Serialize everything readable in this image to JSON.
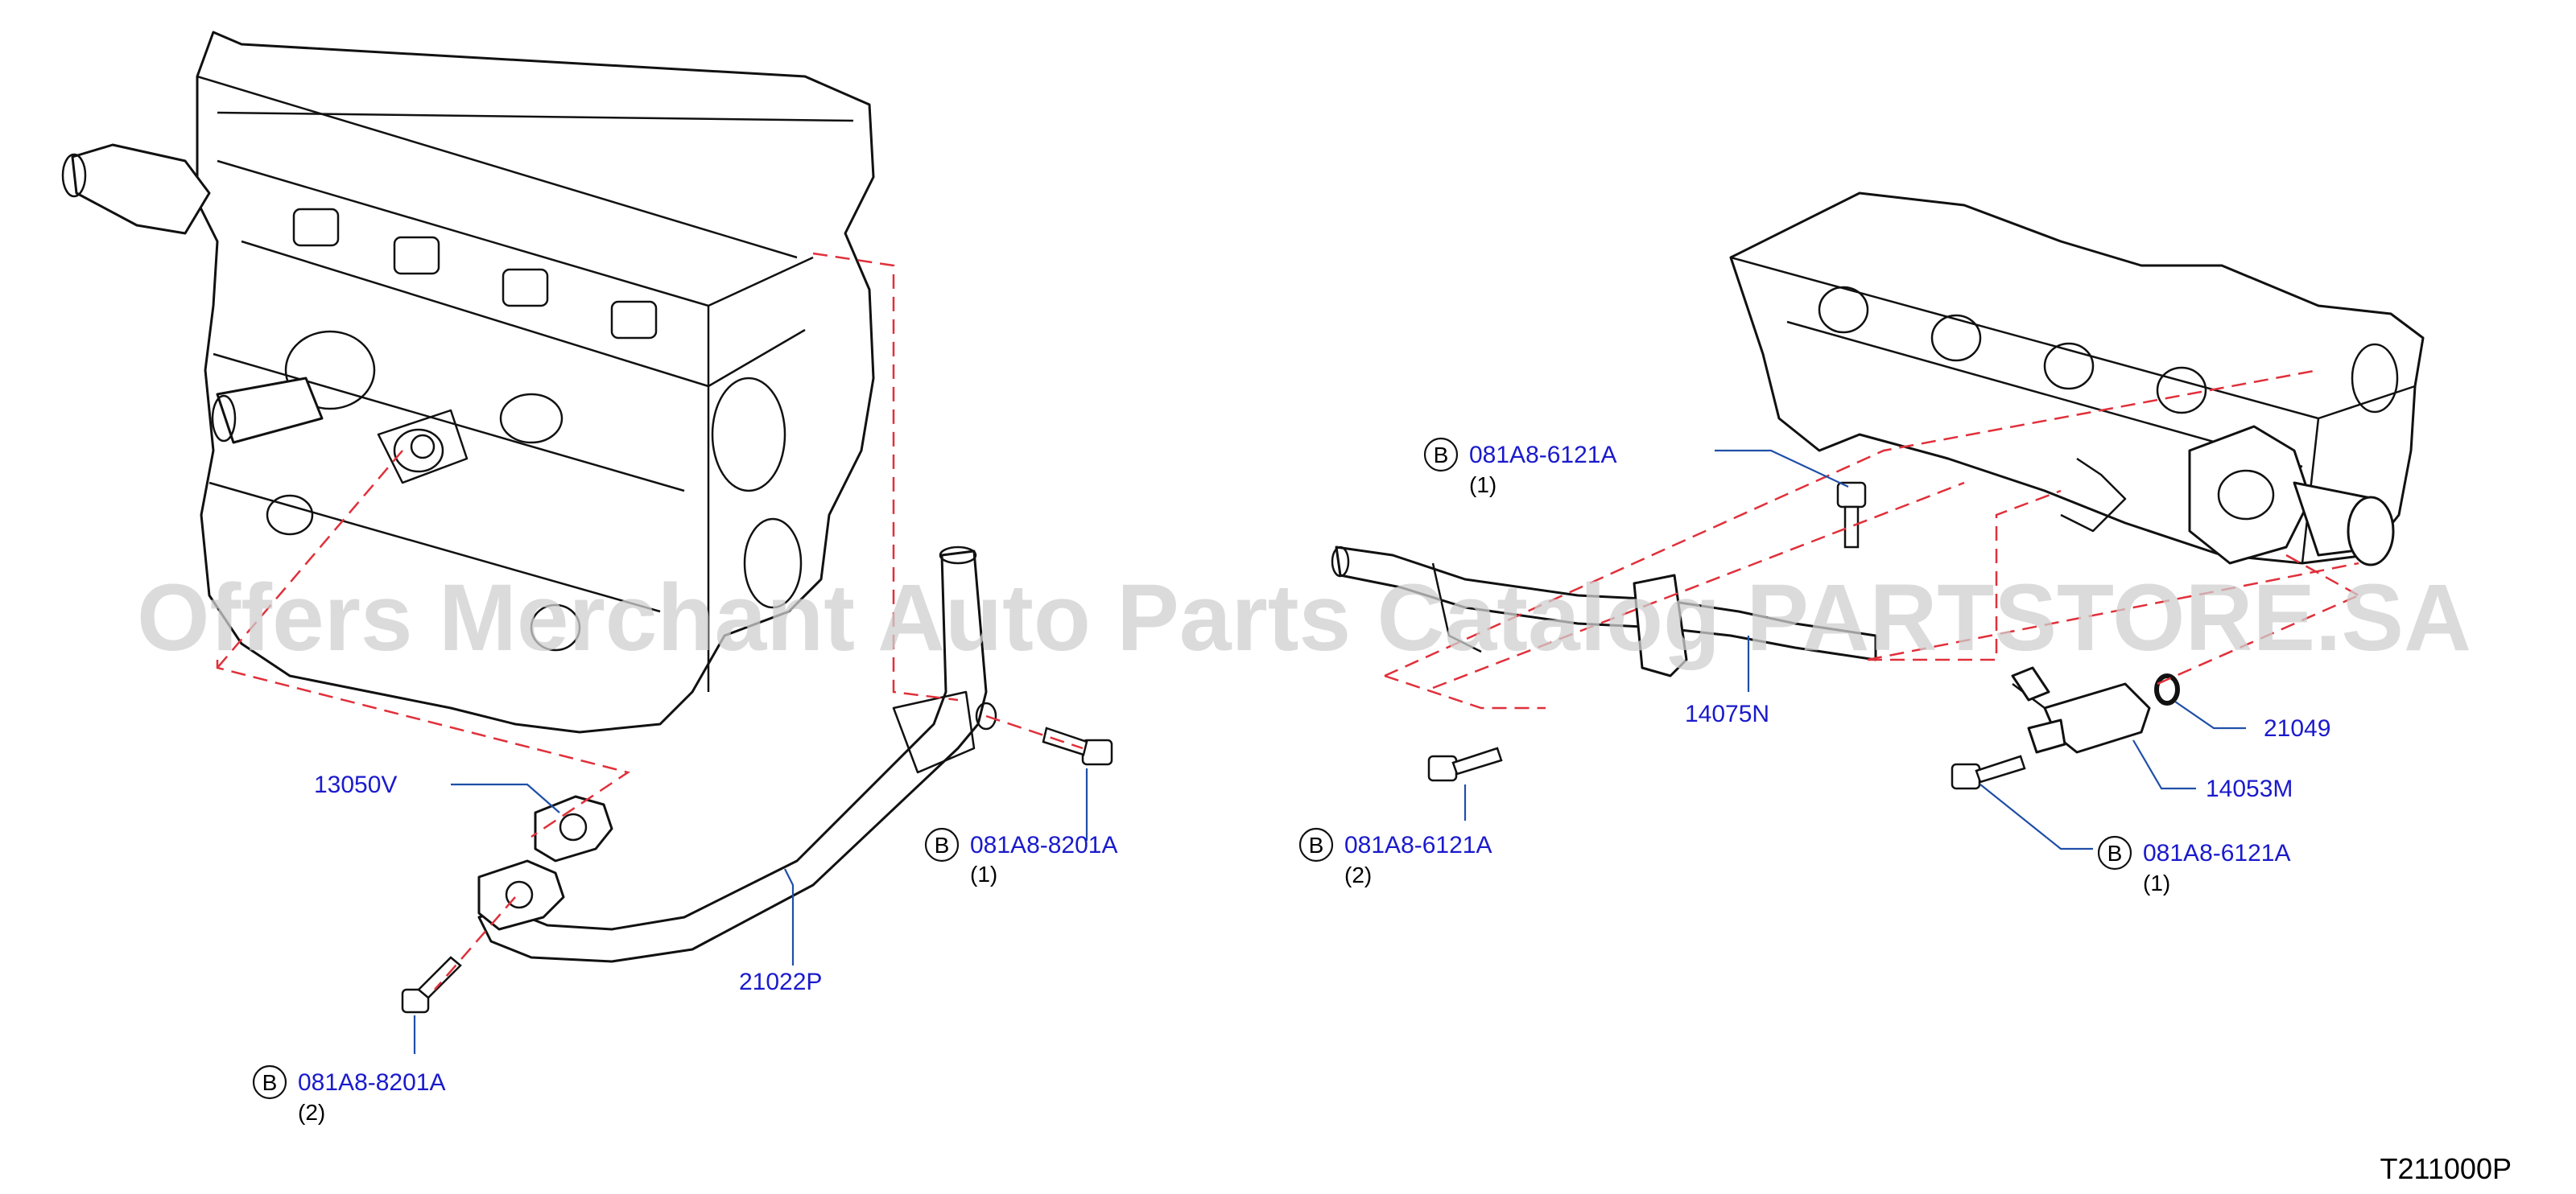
{
  "watermark": "Offers Merchant Auto Parts Catalog PARTSTORE.SA",
  "figure_code": "T211000P",
  "colors": {
    "part_label": "#1a1acc",
    "leader_line": "#1f4fa8",
    "hidden_line": "#e0303a",
    "drawing": "#111111"
  },
  "callouts": [
    {
      "id": "13050V",
      "part": "13050V"
    },
    {
      "id": "21022P",
      "part": "21022P"
    },
    {
      "id": "081A8-8201A-1",
      "part": "081A8-8201A",
      "badge": "B",
      "qty": "(1)"
    },
    {
      "id": "081A8-8201A-2",
      "part": "081A8-8201A",
      "badge": "B",
      "qty": "(2)"
    },
    {
      "id": "081A8-6121A-top",
      "part": "081A8-6121A",
      "badge": "B",
      "qty": "(1)"
    },
    {
      "id": "081A8-6121A-left",
      "part": "081A8-6121A",
      "badge": "B",
      "qty": "(2)"
    },
    {
      "id": "081A8-6121A-right",
      "part": "081A8-6121A",
      "badge": "B",
      "qty": "(1)"
    },
    {
      "id": "14075N",
      "part": "14075N"
    },
    {
      "id": "14053M",
      "part": "14053M"
    },
    {
      "id": "21049",
      "part": "21049"
    }
  ]
}
